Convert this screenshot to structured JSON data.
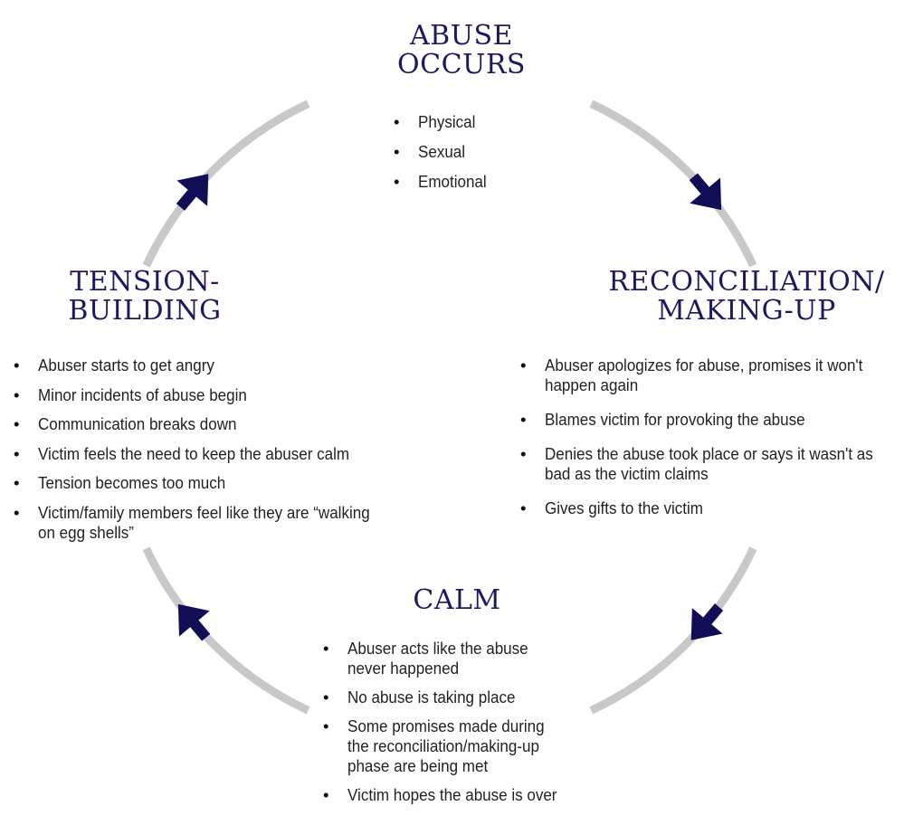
{
  "colors": {
    "heading": "#1c1a5e",
    "arc": "#c8c8c8",
    "arrow": "#120e55",
    "text": "#222222"
  },
  "phases": [
    {
      "id": "abuse-occurs",
      "title_lines": [
        "ABUSE",
        "OCCURS"
      ],
      "items": [
        "Physical",
        "Sexual",
        "Emotional"
      ]
    },
    {
      "id": "reconciliation",
      "title_lines": [
        "RECONCILIATION/",
        "MAKING-UP"
      ],
      "items": [
        "Abuser apologizes for abuse, promises it won't\nhappen again",
        "Blames victim for provoking the abuse",
        "Denies the abuse took place or says it wasn't as\nbad as the victim claims",
        "Gives gifts to the victim"
      ]
    },
    {
      "id": "calm",
      "title_lines": [
        "CALM"
      ],
      "items": [
        "Abuser acts like the abuse\nnever happened",
        "No abuse is taking place",
        "Some promises made during\nthe reconciliation/making-up\nphase are being met",
        "Victim hopes the abuse is over"
      ]
    },
    {
      "id": "tension-building",
      "title_lines": [
        "TENSION-",
        "BUILDING"
      ],
      "items": [
        "Abuser starts to get angry",
        "Minor incidents of abuse begin",
        "Communication breaks down",
        "Victim feels the need to keep the abuser calm",
        "Tension becomes too much",
        "Victim/family members feel like they are “walking\non egg shells”"
      ]
    }
  ],
  "arrows": [
    {
      "from": "abuse-occurs",
      "to": "reconciliation",
      "direction": "clockwise"
    },
    {
      "from": "reconciliation",
      "to": "calm",
      "direction": "clockwise"
    },
    {
      "from": "calm",
      "to": "tension-building",
      "direction": "clockwise"
    },
    {
      "from": "tension-building",
      "to": "abuse-occurs",
      "direction": "clockwise"
    }
  ]
}
